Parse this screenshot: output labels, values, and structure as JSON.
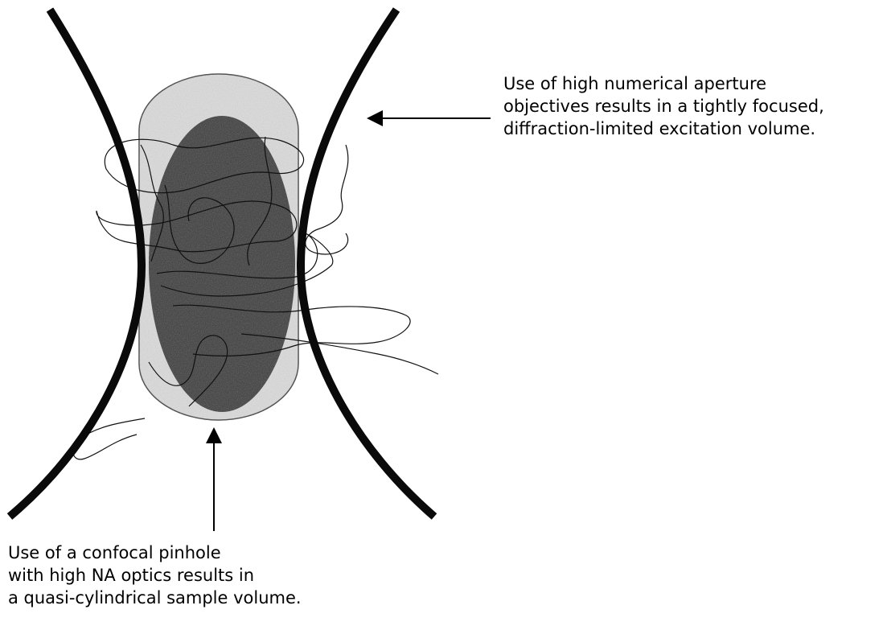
{
  "annotations": {
    "right": {
      "lines": [
        "Use of high numerical aperture",
        "objectives results in a tightly focused,",
        "diffraction-limited excitation volume."
      ]
    },
    "bottom": {
      "lines": [
        "Use of a confocal pinhole",
        "with high NA optics results in",
        "a quasi-cylindrical sample volume."
      ]
    }
  },
  "colors": {
    "beam_outline": "#0a0a0a",
    "sample_volume_fill": "#dcdcdc",
    "excitation_volume_fill": "#3a3a3a",
    "trajectory": "#111111"
  }
}
